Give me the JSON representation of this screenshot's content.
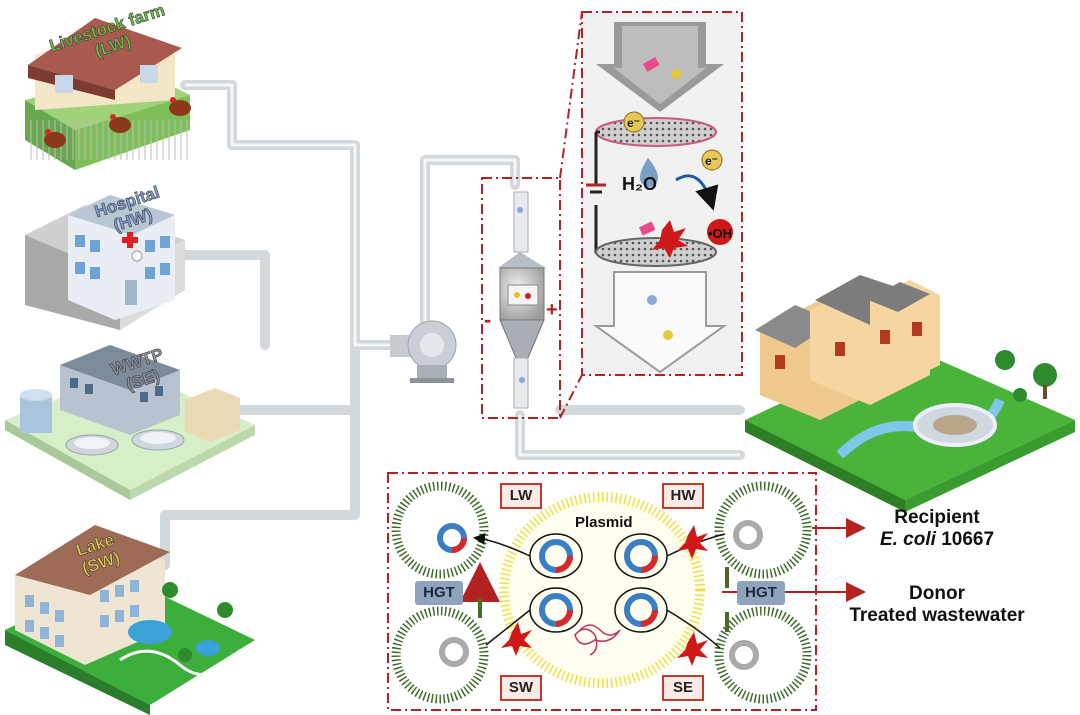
{
  "sources": {
    "livestock": {
      "line1": "Livestock farm",
      "line2": "(LW)"
    },
    "hospital": {
      "line1": "Hospital",
      "line2": "(HW)"
    },
    "wwtp": {
      "line1": "WWTP",
      "line2": "(SE)"
    },
    "lake": {
      "line1": "Lake",
      "line2": "(SW)"
    }
  },
  "reactor": {
    "electron": "e⁻",
    "electron2": "e⁻",
    "water": "H₂O",
    "hydroxyl": "•OH",
    "minus": "-",
    "plus": "+"
  },
  "hgt_panel": {
    "plasmid_label": "Plasmid",
    "lw": "LW",
    "hw": "HW",
    "sw": "SW",
    "se": "SE",
    "hgt_left": "HGT",
    "hgt_right": "HGT"
  },
  "legend": {
    "recipient_line1": "Recipient",
    "recipient_line2": "E. coli",
    "recipient_strain": " 10667",
    "donor_line1": "Donor",
    "donor_line2": "Treated wastewater"
  },
  "colors": {
    "pipe": "#d6dbe0",
    "dash_red": "#b32222",
    "grass": "#6cc04a",
    "plasmid_blue": "#3a7ec4",
    "plasmid_red": "#d42a2a",
    "hgt_box": "#8fa3bf",
    "cell_green": "#3d6b2a"
  }
}
